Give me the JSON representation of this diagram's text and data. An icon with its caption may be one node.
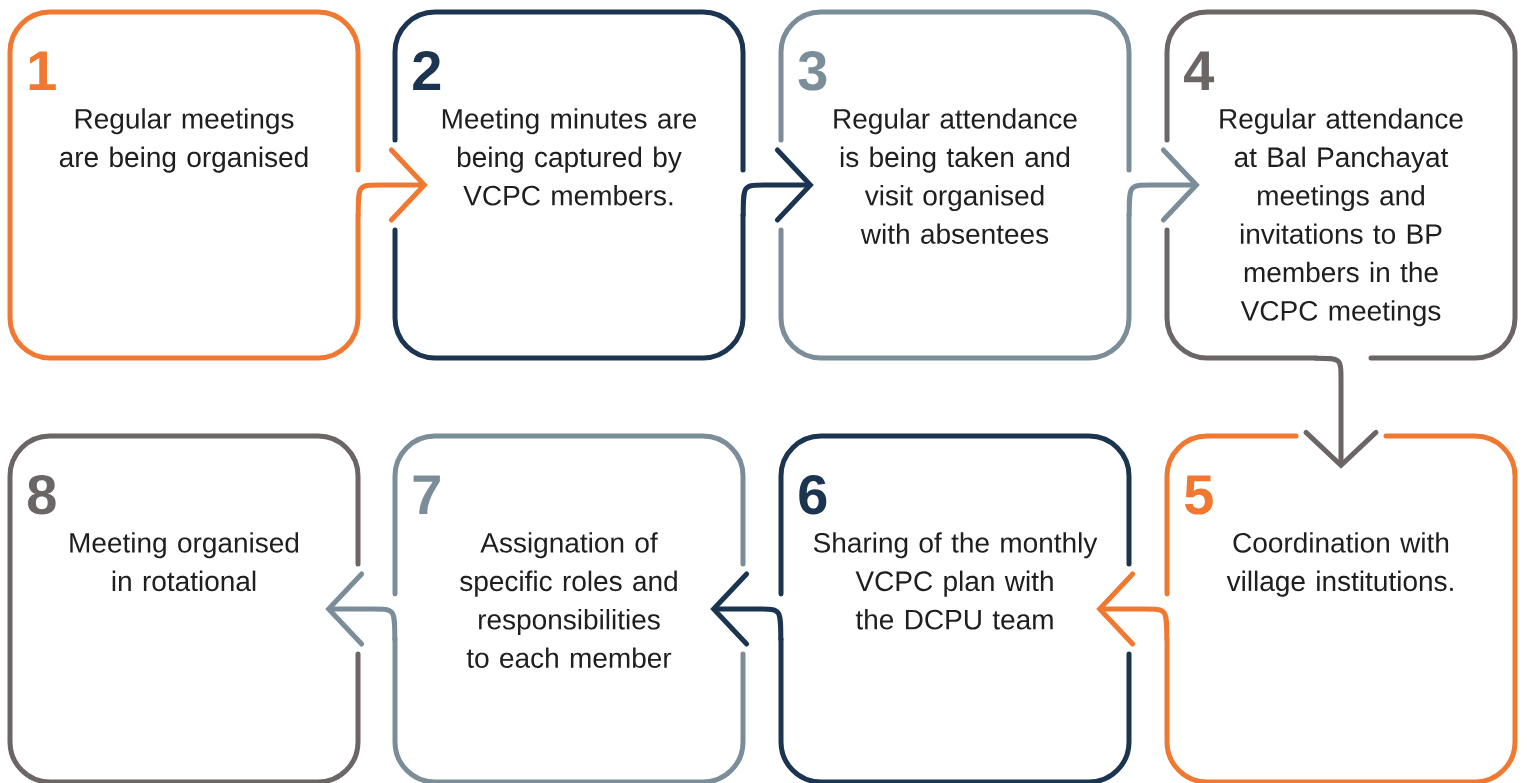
{
  "diagram": {
    "nodes": [
      {
        "text": [
          "1",
          "Regular meetings are being organised"
        ]
      },
      {
        "text": [
          "2",
          "Meeting minutes are being captured by VCPC members."
        ]
      },
      {
        "text": [
          "3",
          "Regular attendance is being taken and visit organised with absentees"
        ]
      },
      {
        "text": [
          "4",
          "Regular attendance at Bal Panchayat meetings and invitations to BP members in the VCPC meetings"
        ]
      },
      {
        "text": [
          "5",
          "Coordination with village institutions."
        ]
      },
      {
        "text": [
          "6",
          "Sharing of the monthly VCPC plan with the DCPU team"
        ]
      },
      {
        "text": [
          "7",
          "Assignation of specific roles and responsibilities to each member"
        ]
      },
      {
        "text": [
          "8",
          "Meeting organised in rotational"
        ]
      }
    ],
    "edges": [
      {
        "from": 0,
        "to": 1,
        "arrow": "to",
        "color": "#f07830"
      },
      {
        "from": 1,
        "to": 2,
        "arrow": "to",
        "color": "#1b3550"
      },
      {
        "from": 2,
        "to": 3,
        "arrow": "to",
        "color": "#7a8d98"
      },
      {
        "from": 3,
        "to": 4,
        "arrow": "to",
        "color": "#6b6565"
      },
      {
        "from": 4,
        "to": 5,
        "arrow": "to",
        "color": "#f07830"
      },
      {
        "from": 5,
        "to": 6,
        "arrow": "to",
        "color": "#1b3550"
      },
      {
        "from": 6,
        "to": 7,
        "arrow": "to",
        "color": "#7a8d98"
      }
    ]
  }
}
